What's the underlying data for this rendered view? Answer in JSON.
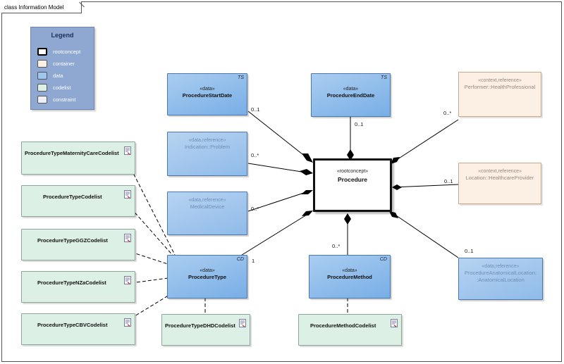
{
  "frame_title": "class Information Model",
  "legend": {
    "title": "Legend",
    "items": [
      {
        "label": "rootconcept",
        "color": "#ffffff"
      },
      {
        "label": "container",
        "color": "#fcefe4"
      },
      {
        "label": "data",
        "color": "#9fc6ee"
      },
      {
        "label": "codelist",
        "color": "#ddf0e5"
      },
      {
        "label": "constraint",
        "color": "#eeeef6"
      }
    ]
  },
  "nodes": {
    "procedure": {
      "stereo": "«rootconcept»",
      "name": "Procedure"
    },
    "start_date": {
      "stereo": "«data»",
      "name": "ProcedureStartDate",
      "tag": "TS"
    },
    "end_date": {
      "stereo": "«data»",
      "name": "ProcedureEndDate",
      "tag": "TS"
    },
    "performer": {
      "stereo": "«context,reference»",
      "name": "Performer::HealthProfessional"
    },
    "indication": {
      "stereo": "«data,reference»",
      "name": "Indication::Problem"
    },
    "location": {
      "stereo": "«context,reference»",
      "name": "Location::HealthcareProvider"
    },
    "device": {
      "stereo": "«data,reference»",
      "name": "MedicalDevice"
    },
    "type": {
      "stereo": "«data»",
      "name": "ProcedureType",
      "tag": "CD"
    },
    "method": {
      "stereo": "«data»",
      "name": "ProcedureMethod",
      "tag": "CD"
    },
    "anatomical": {
      "stereo": "«data,reference»",
      "name": "ProcedureAnatomicalLocation::AnatomicalLocation",
      "name_line1": "ProcedureAnatomicalLocation:",
      "name_line2": ":AnatomicalLocation"
    },
    "cl_maternity": {
      "name": "ProcedureTypeMaternityCareCodelist"
    },
    "cl_type": {
      "name": "ProcedureTypeCodelist"
    },
    "cl_ggz": {
      "name": "ProcedureTypeGGZCodelist"
    },
    "cl_nza": {
      "name": "ProcedureTypeNZaCodelist"
    },
    "cl_cbv": {
      "name": "ProcedureTypeCBVCodelist"
    },
    "cl_dhd": {
      "name": "ProcedureTypeDHDCodelist"
    },
    "cl_method": {
      "name": "ProcedureMethodCodelist"
    }
  },
  "multiplicities": {
    "start_date": "0..1",
    "end_date": "0..1",
    "performer": "0..*",
    "indication": "0..*",
    "location": "0..1",
    "device": "0..*",
    "type": "1",
    "method": "0..*",
    "anatomical": "0..1"
  }
}
